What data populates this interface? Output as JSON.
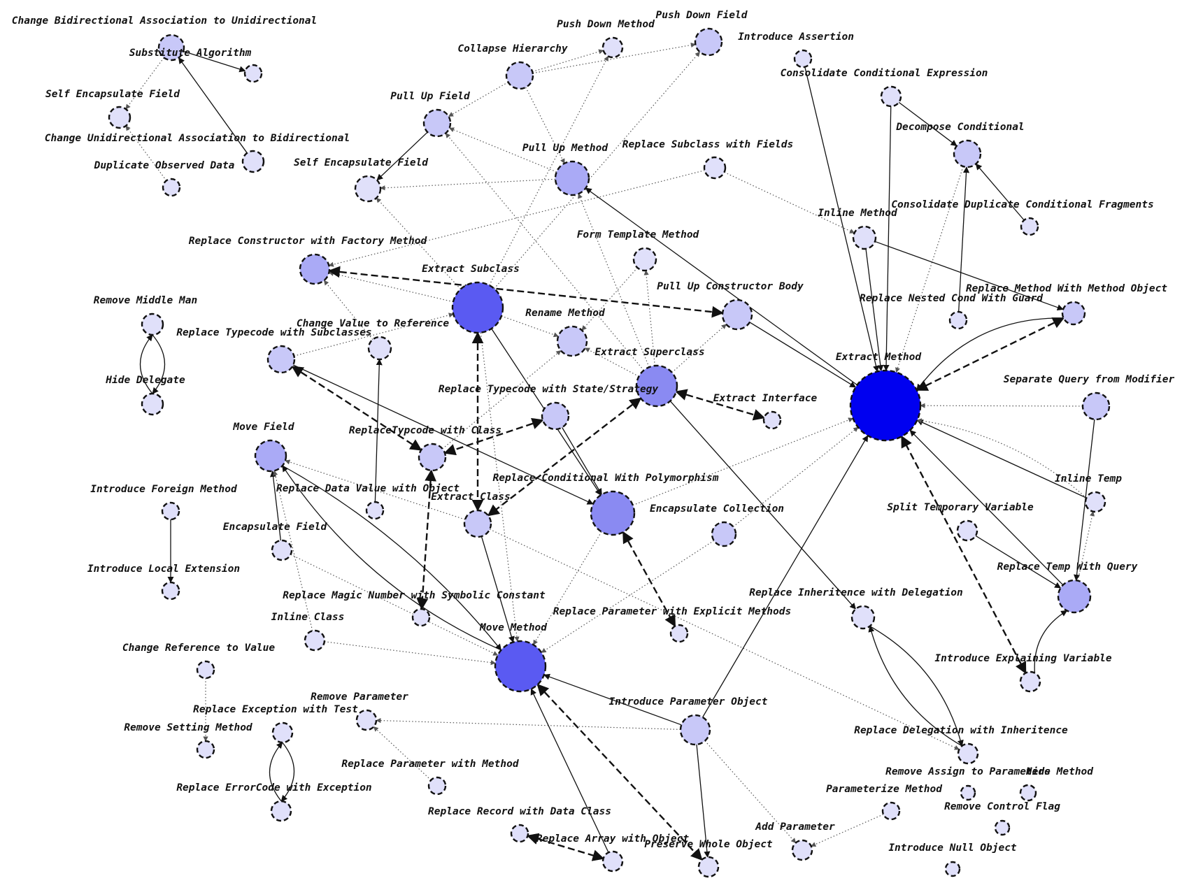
{
  "diagram": {
    "colors": {
      "background": "#ffffff",
      "node_stroke": "#111111",
      "edge": "#111111",
      "dotted_edge": "#555555",
      "fill_pale": "#e0e0fa",
      "fill_light": "#c8c8f8",
      "fill_medium": "#aaaaf6",
      "fill_strong": "#8a8af2",
      "fill_deep": "#5a5af2",
      "fill_core": "#0000f0"
    },
    "nodes": [
      {
        "id": "cbau",
        "label": "Change Bidirectional Association to Unidirectional",
        "fill": "fill_light"
      },
      {
        "id": "subalg",
        "label": "Substitute Algorithm",
        "fill": "fill_pale"
      },
      {
        "id": "sef1",
        "label": "Self Encapsulate Field",
        "fill": "fill_pale"
      },
      {
        "id": "cuab",
        "label": "Change Unidirectional Association to Bidirectional",
        "fill": "fill_pale"
      },
      {
        "id": "dod",
        "label": "Duplicate Observed Data",
        "fill": "fill_pale"
      },
      {
        "id": "pdm",
        "label": "Push Down Method",
        "fill": "fill_pale"
      },
      {
        "id": "pdf",
        "label": "Push Down Field",
        "fill": "fill_light"
      },
      {
        "id": "ch",
        "label": "Collapse Hierarchy",
        "fill": "fill_light"
      },
      {
        "id": "ia",
        "label": "Introduce Assertion",
        "fill": "fill_pale"
      },
      {
        "id": "ccex",
        "label": "Consolidate Conditional Expression",
        "fill": "fill_pale"
      },
      {
        "id": "puf",
        "label": "Pull Up Field",
        "fill": "fill_light"
      },
      {
        "id": "dc",
        "label": "Decompose Conditional",
        "fill": "fill_light"
      },
      {
        "id": "pum",
        "label": "Pull Up Method",
        "fill": "fill_medium"
      },
      {
        "id": "rswf",
        "label": "Replace Subclass with Fields",
        "fill": "fill_pale"
      },
      {
        "id": "sef2",
        "label": "Self Encapsulate Field",
        "fill": "fill_pale"
      },
      {
        "id": "cdcf",
        "label": "Consolidate Duplicate Conditional Fragments",
        "fill": "fill_pale"
      },
      {
        "id": "im",
        "label": "Inline Method",
        "fill": "fill_pale"
      },
      {
        "id": "ftm",
        "label": "Form Template Method",
        "fill": "fill_pale"
      },
      {
        "id": "rcfm",
        "label": "Replace Constructor with Factory Method",
        "fill": "fill_medium"
      },
      {
        "id": "es",
        "label": "Extract Subclass",
        "fill": "fill_deep"
      },
      {
        "id": "pucb",
        "label": "Pull Up Constructor Body",
        "fill": "fill_light"
      },
      {
        "id": "rmwmo",
        "label": "Replace Method With Method Object",
        "fill": "fill_light"
      },
      {
        "id": "rncg",
        "label": "Replace Nested Cond With Guard",
        "fill": "fill_pale"
      },
      {
        "id": "rmm",
        "label": "Remove Middle Man",
        "fill": "fill_pale"
      },
      {
        "id": "rm",
        "label": "Rename Method",
        "fill": "fill_light"
      },
      {
        "id": "cvr",
        "label": "Change Value to Reference",
        "fill": "fill_pale"
      },
      {
        "id": "rtcs",
        "label": "Replace Typecode with Subclasses",
        "fill": "fill_light"
      },
      {
        "id": "esup",
        "label": "Extract Superclass",
        "fill": "fill_strong"
      },
      {
        "id": "em",
        "label": "Extract Method",
        "fill": "fill_core"
      },
      {
        "id": "hd",
        "label": "Hide Delegate",
        "fill": "fill_pale"
      },
      {
        "id": "sqm",
        "label": "Separate Query from Modifier",
        "fill": "fill_light"
      },
      {
        "id": "rtss",
        "label": "Replace Typecode with State/Strategy",
        "fill": "fill_light"
      },
      {
        "id": "ei",
        "label": "Extract Interface",
        "fill": "fill_pale"
      },
      {
        "id": "rtcc",
        "label": "ReplaceTypcode with Class",
        "fill": "fill_light"
      },
      {
        "id": "mf",
        "label": "Move Field",
        "fill": "fill_medium"
      },
      {
        "id": "rcp",
        "label": "Replace Conditional With Polymorphism",
        "fill": "fill_strong"
      },
      {
        "id": "ifm",
        "label": "Introduce Foreign Method",
        "fill": "fill_pale"
      },
      {
        "id": "rdvo",
        "label": "Replace Data Value with Object",
        "fill": "fill_pale"
      },
      {
        "id": "it",
        "label": "Inline Temp",
        "fill": "fill_pale"
      },
      {
        "id": "ec",
        "label": "Extract Class",
        "fill": "fill_light"
      },
      {
        "id": "stv",
        "label": "Split Temporary Variable",
        "fill": "fill_pale"
      },
      {
        "id": "ecol",
        "label": "Encapsulate Collection",
        "fill": "fill_light"
      },
      {
        "id": "encf",
        "label": "Encapsulate Field",
        "fill": "fill_pale"
      },
      {
        "id": "ile",
        "label": "Introduce Local Extension",
        "fill": "fill_pale"
      },
      {
        "id": "rtwq",
        "label": "Replace Temp With Query",
        "fill": "fill_medium"
      },
      {
        "id": "rmnsc",
        "label": "Replace Magic Number with Symbolic Constant",
        "fill": "fill_pale"
      },
      {
        "id": "riwd",
        "label": "Replace Inheritence with Delegation",
        "fill": "fill_pale"
      },
      {
        "id": "rpem",
        "label": "Replace Parameter with Explicit Methods",
        "fill": "fill_pale"
      },
      {
        "id": "ic",
        "label": "Inline Class",
        "fill": "fill_pale"
      },
      {
        "id": "mm",
        "label": "Move Method",
        "fill": "fill_deep"
      },
      {
        "id": "crv",
        "label": "Change Reference to Value",
        "fill": "fill_pale"
      },
      {
        "id": "iev",
        "label": "Introduce Explaining Variable",
        "fill": "fill_pale"
      },
      {
        "id": "rp",
        "label": "Remove Parameter",
        "fill": "fill_pale"
      },
      {
        "id": "ipo",
        "label": "Introduce Parameter Object",
        "fill": "fill_light"
      },
      {
        "id": "rewt",
        "label": "Replace Exception with Test",
        "fill": "fill_pale"
      },
      {
        "id": "rsm",
        "label": "Remove Setting Method",
        "fill": "fill_pale"
      },
      {
        "id": "rdwi",
        "label": "Replace Delegation with Inheritence",
        "fill": "fill_pale"
      },
      {
        "id": "rpwm",
        "label": "Replace Parameter with Method",
        "fill": "fill_pale"
      },
      {
        "id": "ratp",
        "label": "Remove Assign to Parameters",
        "fill": "fill_pale"
      },
      {
        "id": "hm",
        "label": "Hide Method",
        "fill": "fill_pale"
      },
      {
        "id": "rece",
        "label": "Replace ErrorCode with Exception",
        "fill": "fill_pale"
      },
      {
        "id": "pm",
        "label": "Parameterize Method",
        "fill": "fill_pale"
      },
      {
        "id": "rcf",
        "label": "Remove Control Flag",
        "fill": "fill_pale"
      },
      {
        "id": "rrdc",
        "label": "Replace Record with Data Class",
        "fill": "fill_pale"
      },
      {
        "id": "addp",
        "label": "Add Parameter",
        "fill": "fill_pale"
      },
      {
        "id": "rawo",
        "label": "Replace Array with Object",
        "fill": "fill_pale"
      },
      {
        "id": "pwo",
        "label": "Preserve Whole Object",
        "fill": "fill_pale"
      },
      {
        "id": "ino",
        "label": "Introduce Null Object",
        "fill": "fill_pale"
      }
    ],
    "edges": [
      {
        "from": "cbau",
        "to": "subalg",
        "style": "solid"
      },
      {
        "from": "cbau",
        "to": "sef1",
        "style": "dot"
      },
      {
        "from": "cuab",
        "to": "cbau",
        "style": "solid"
      },
      {
        "from": "dod",
        "to": "sef1",
        "style": "dot"
      },
      {
        "from": "ch",
        "to": "pdm",
        "style": "dot"
      },
      {
        "from": "ch",
        "to": "pdf",
        "style": "dot"
      },
      {
        "from": "ch",
        "to": "puf",
        "style": "dot"
      },
      {
        "from": "ch",
        "to": "pum",
        "style": "dot"
      },
      {
        "from": "puf",
        "to": "sef2",
        "style": "solid"
      },
      {
        "from": "pum",
        "to": "puf",
        "style": "dot"
      },
      {
        "from": "pum",
        "to": "sef2",
        "style": "dot"
      },
      {
        "from": "rswf",
        "to": "rcfm",
        "style": "dot"
      },
      {
        "from": "rswf",
        "to": "im",
        "style": "dot"
      },
      {
        "from": "ia",
        "to": "em",
        "style": "solid"
      },
      {
        "from": "ccex",
        "to": "dc",
        "style": "solid"
      },
      {
        "from": "ccex",
        "to": "em",
        "style": "solid"
      },
      {
        "from": "cdcf",
        "to": "dc",
        "style": "solid"
      },
      {
        "from": "rncg",
        "to": "dc",
        "style": "solid"
      },
      {
        "from": "dc",
        "to": "em",
        "style": "dot"
      },
      {
        "from": "im",
        "to": "em",
        "style": "solid"
      },
      {
        "from": "im",
        "to": "rmwmo",
        "style": "solid"
      },
      {
        "from": "es",
        "to": "rcfm",
        "style": "dot"
      },
      {
        "from": "es",
        "to": "sef2",
        "style": "dot"
      },
      {
        "from": "es",
        "to": "pdm",
        "style": "dot"
      },
      {
        "from": "es",
        "to": "pdf",
        "style": "dot"
      },
      {
        "from": "es",
        "to": "rm",
        "style": "dot"
      },
      {
        "from": "es",
        "to": "rcp",
        "style": "solid"
      },
      {
        "from": "es",
        "to": "mm",
        "style": "dot"
      },
      {
        "from": "rcfm",
        "to": "pucb",
        "style": "dash",
        "both": true
      },
      {
        "from": "es",
        "to": "ec",
        "style": "dash",
        "both": true
      },
      {
        "from": "ftm",
        "to": "rm",
        "style": "dot"
      },
      {
        "from": "pucb",
        "to": "em",
        "style": "solid"
      },
      {
        "from": "rmwmo",
        "to": "em",
        "style": "dash",
        "both": true
      },
      {
        "from": "rmwmo",
        "to": "em",
        "style": "solid",
        "bend": 60
      },
      {
        "from": "rmm",
        "to": "hd",
        "style": "solid",
        "bend": -35
      },
      {
        "from": "hd",
        "to": "rmm",
        "style": "solid",
        "bend": -35
      },
      {
        "from": "cvr",
        "to": "rcfm",
        "style": "dot"
      },
      {
        "from": "rdvo",
        "to": "cvr",
        "style": "solid"
      },
      {
        "from": "rtcs",
        "to": "es",
        "style": "dot"
      },
      {
        "from": "rtcs",
        "to": "rcp",
        "style": "solid"
      },
      {
        "from": "rtcs",
        "to": "rtcc",
        "style": "dash",
        "both": true
      },
      {
        "from": "esup",
        "to": "pum",
        "style": "dot"
      },
      {
        "from": "esup",
        "to": "ftm",
        "style": "dot"
      },
      {
        "from": "esup",
        "to": "pucb",
        "style": "dot"
      },
      {
        "from": "esup",
        "to": "rm",
        "style": "dot"
      },
      {
        "from": "esup",
        "to": "puf",
        "style": "dot"
      },
      {
        "from": "esup",
        "to": "ei",
        "style": "dash",
        "both": true
      },
      {
        "from": "esup",
        "to": "ec",
        "style": "dash",
        "both": true
      },
      {
        "from": "esup",
        "to": "riwd",
        "style": "solid"
      },
      {
        "from": "em",
        "to": "pum",
        "style": "solid"
      },
      {
        "from": "sqm",
        "to": "em",
        "style": "dot"
      },
      {
        "from": "sqm",
        "to": "rtwq",
        "style": "solid"
      },
      {
        "from": "rtss",
        "to": "rcp",
        "style": "solid"
      },
      {
        "from": "rtss",
        "to": "rtcc",
        "style": "dash",
        "both": true
      },
      {
        "from": "rtcc",
        "to": "rmnsc",
        "style": "dash",
        "both": true
      },
      {
        "from": "rtcc",
        "to": "rm",
        "style": "dot"
      },
      {
        "from": "rcp",
        "to": "em",
        "style": "dot"
      },
      {
        "from": "rcp",
        "to": "rpem",
        "style": "dash",
        "both": true
      },
      {
        "from": "rcp",
        "to": "mm",
        "style": "dot"
      },
      {
        "from": "ifm",
        "to": "ile",
        "style": "solid"
      },
      {
        "from": "it",
        "to": "em",
        "style": "solid"
      },
      {
        "from": "it",
        "to": "em",
        "style": "dot",
        "bend": 40
      },
      {
        "from": "ec",
        "to": "mf",
        "style": "dot"
      },
      {
        "from": "ec",
        "to": "mm",
        "style": "solid"
      },
      {
        "from": "ec",
        "to": "rdwi",
        "style": "dot"
      },
      {
        "from": "stv",
        "to": "rtwq",
        "style": "solid"
      },
      {
        "from": "rtwq",
        "to": "em",
        "style": "solid"
      },
      {
        "from": "rtwq",
        "to": "it",
        "style": "dot"
      },
      {
        "from": "iev",
        "to": "rtwq",
        "style": "solid",
        "bend": -30
      },
      {
        "from": "iev",
        "to": "em",
        "style": "dash",
        "both": true
      },
      {
        "from": "ecol",
        "to": "em",
        "style": "dot"
      },
      {
        "from": "ecol",
        "to": "mm",
        "style": "dot"
      },
      {
        "from": "encf",
        "to": "mf",
        "style": "solid"
      },
      {
        "from": "encf",
        "to": "mm",
        "style": "dot"
      },
      {
        "from": "ic",
        "to": "mf",
        "style": "dot"
      },
      {
        "from": "ic",
        "to": "mm",
        "style": "dot"
      },
      {
        "from": "mm",
        "to": "mf",
        "style": "solid",
        "bend": -60
      },
      {
        "from": "mf",
        "to": "mm",
        "style": "solid",
        "bend": -40
      },
      {
        "from": "riwd",
        "to": "rdwi",
        "style": "solid",
        "bend": -45
      },
      {
        "from": "rdwi",
        "to": "riwd",
        "style": "solid",
        "bend": -45
      },
      {
        "from": "crv",
        "to": "rsm",
        "style": "dot"
      },
      {
        "from": "ipo",
        "to": "mm",
        "style": "solid"
      },
      {
        "from": "ipo",
        "to": "em",
        "style": "solid"
      },
      {
        "from": "ipo",
        "to": "rp",
        "style": "dot"
      },
      {
        "from": "ipo",
        "to": "pwo",
        "style": "solid"
      },
      {
        "from": "ipo",
        "to": "addp",
        "style": "dot"
      },
      {
        "from": "rpwm",
        "to": "rp",
        "style": "dot"
      },
      {
        "from": "rewt",
        "to": "rece",
        "style": "solid",
        "bend": -35
      },
      {
        "from": "rece",
        "to": "rewt",
        "style": "solid",
        "bend": -35
      },
      {
        "from": "pm",
        "to": "addp",
        "style": "dot"
      },
      {
        "from": "rawo",
        "to": "mm",
        "style": "solid"
      },
      {
        "from": "rrdc",
        "to": "rawo",
        "style": "dash",
        "both": true
      },
      {
        "from": "mm",
        "to": "pwo",
        "style": "dash",
        "both": true
      }
    ]
  }
}
